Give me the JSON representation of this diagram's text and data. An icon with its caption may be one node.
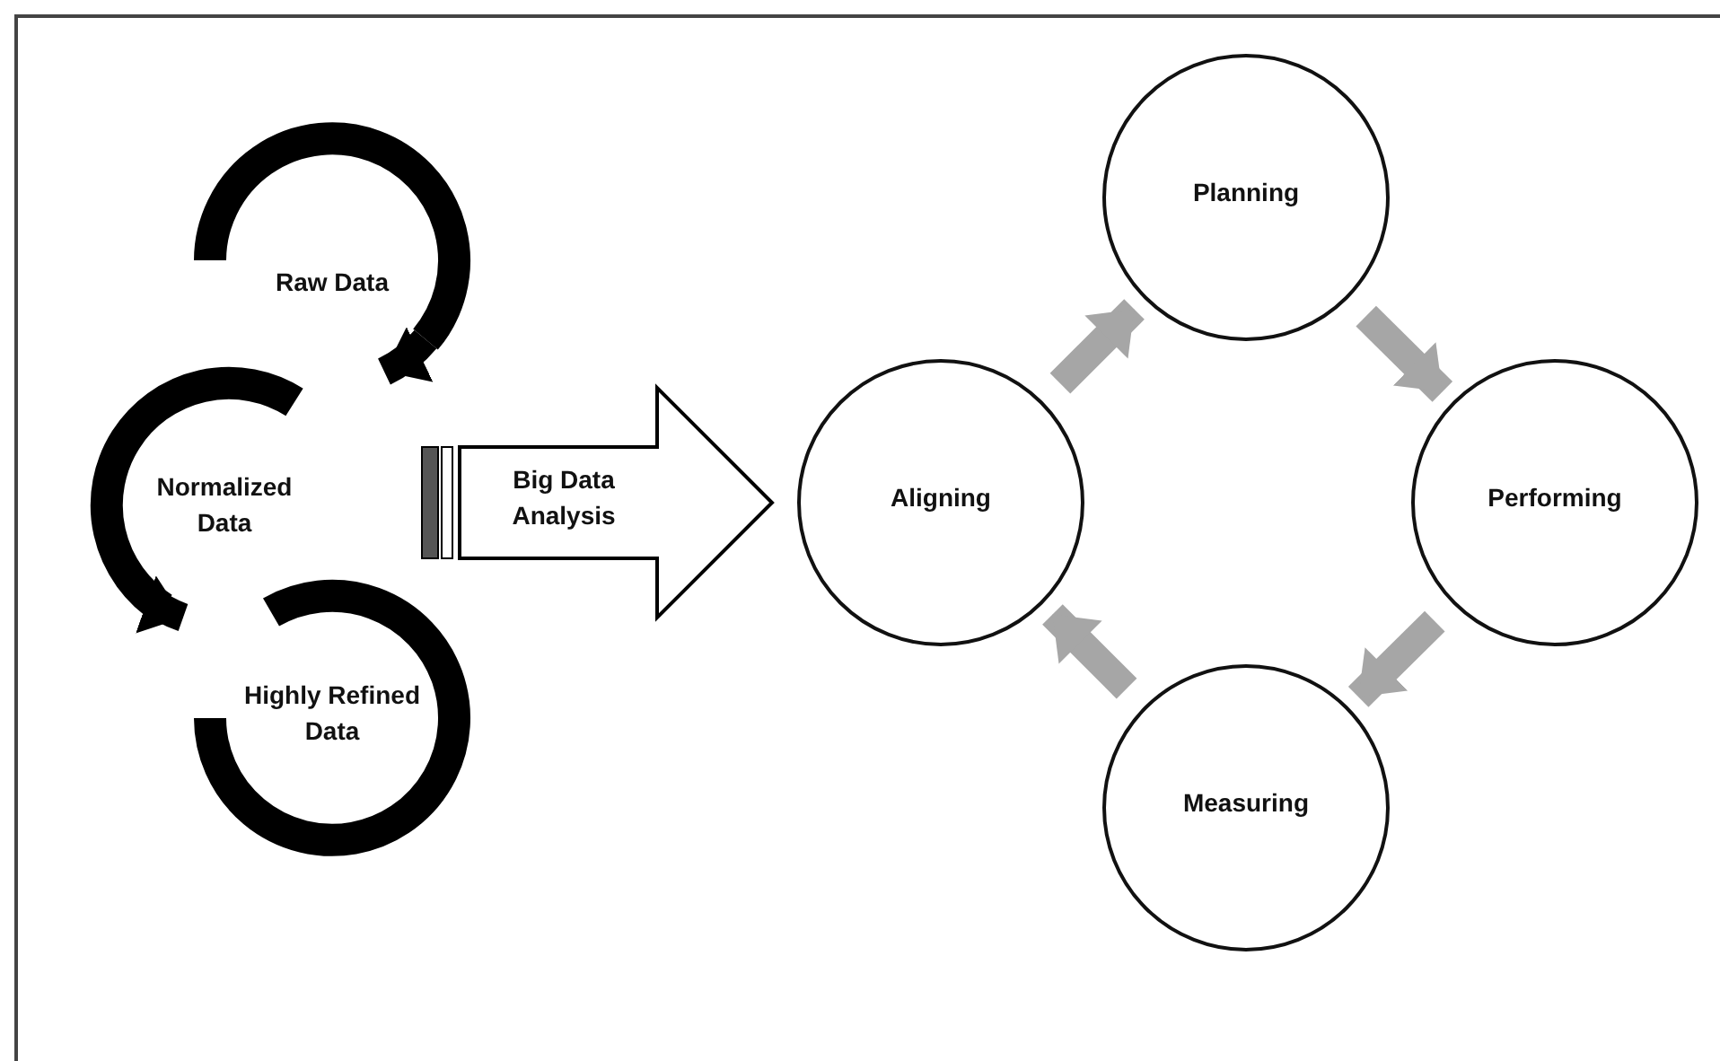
{
  "diagram": {
    "nodes": [
      {
        "text": [
          "Raw Data"
        ]
      },
      {
        "text": [
          "Normalized Data"
        ]
      },
      {
        "text": [
          "Highly Refined Data"
        ]
      },
      {
        "text": [
          "Planning"
        ]
      },
      {
        "text": [
          "Aligning"
        ]
      },
      {
        "text": [
          "Performing"
        ]
      },
      {
        "text": [
          "Measuring"
        ]
      }
    ],
    "edges": [
      {
        "from": 0,
        "to": 1,
        "arrow": "to",
        "color": "#000000"
      },
      {
        "from": 1,
        "to": 2,
        "arrow": "to",
        "color": "#000000"
      },
      {
        "from": 1,
        "to": 4,
        "arrow": "to",
        "label": "Big Data Analysis",
        "style": "thick",
        "color": "#000000"
      },
      {
        "from": 4,
        "to": 3,
        "arrow": "to"
      },
      {
        "from": 3,
        "to": 5,
        "arrow": "to"
      },
      {
        "from": 5,
        "to": 6,
        "arrow": "to"
      },
      {
        "from": 6,
        "to": 4,
        "arrow": "to"
      }
    ]
  }
}
